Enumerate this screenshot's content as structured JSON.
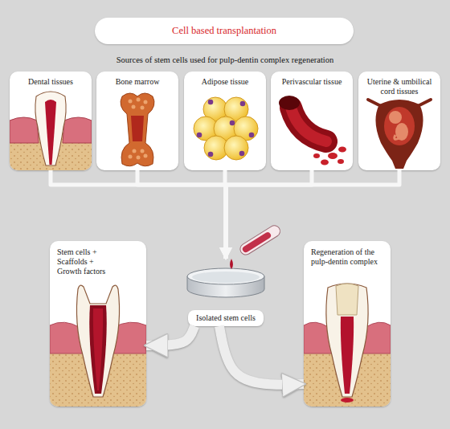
{
  "diagram": {
    "title": "Cell based transplantation",
    "nodes": [
      {
        "text": [
          "Dental tissues"
        ]
      },
      {
        "text": [
          "Bone marrow"
        ]
      },
      {
        "text": [
          "Adipose tissue"
        ]
      },
      {
        "text": [
          "Perivascular tissue"
        ]
      },
      {
        "text": [
          "Uterine & umbilical cord tissues"
        ]
      },
      {
        "text": [
          "Isolated stem cells"
        ]
      },
      {
        "text": [
          "Stem cells + Scaffolds + Growth factors"
        ]
      },
      {
        "text": [
          "Regeneration of the pulp-dentin complex"
        ]
      }
    ],
    "edges": [
      {
        "from": 0,
        "to": 5,
        "arrow": "to"
      },
      {
        "from": 1,
        "to": 5,
        "arrow": "to"
      },
      {
        "from": 2,
        "to": 5,
        "arrow": "to"
      },
      {
        "from": 3,
        "to": 5,
        "arrow": "to"
      },
      {
        "from": 4,
        "to": 5,
        "arrow": "to"
      },
      {
        "from": 5,
        "to": 6,
        "arrow": "to"
      },
      {
        "from": 5,
        "to": 7,
        "arrow": "to"
      }
    ],
    "labels": [
      "Sources of stem cells used for pulp-dentin complex regeneration"
    ]
  }
}
